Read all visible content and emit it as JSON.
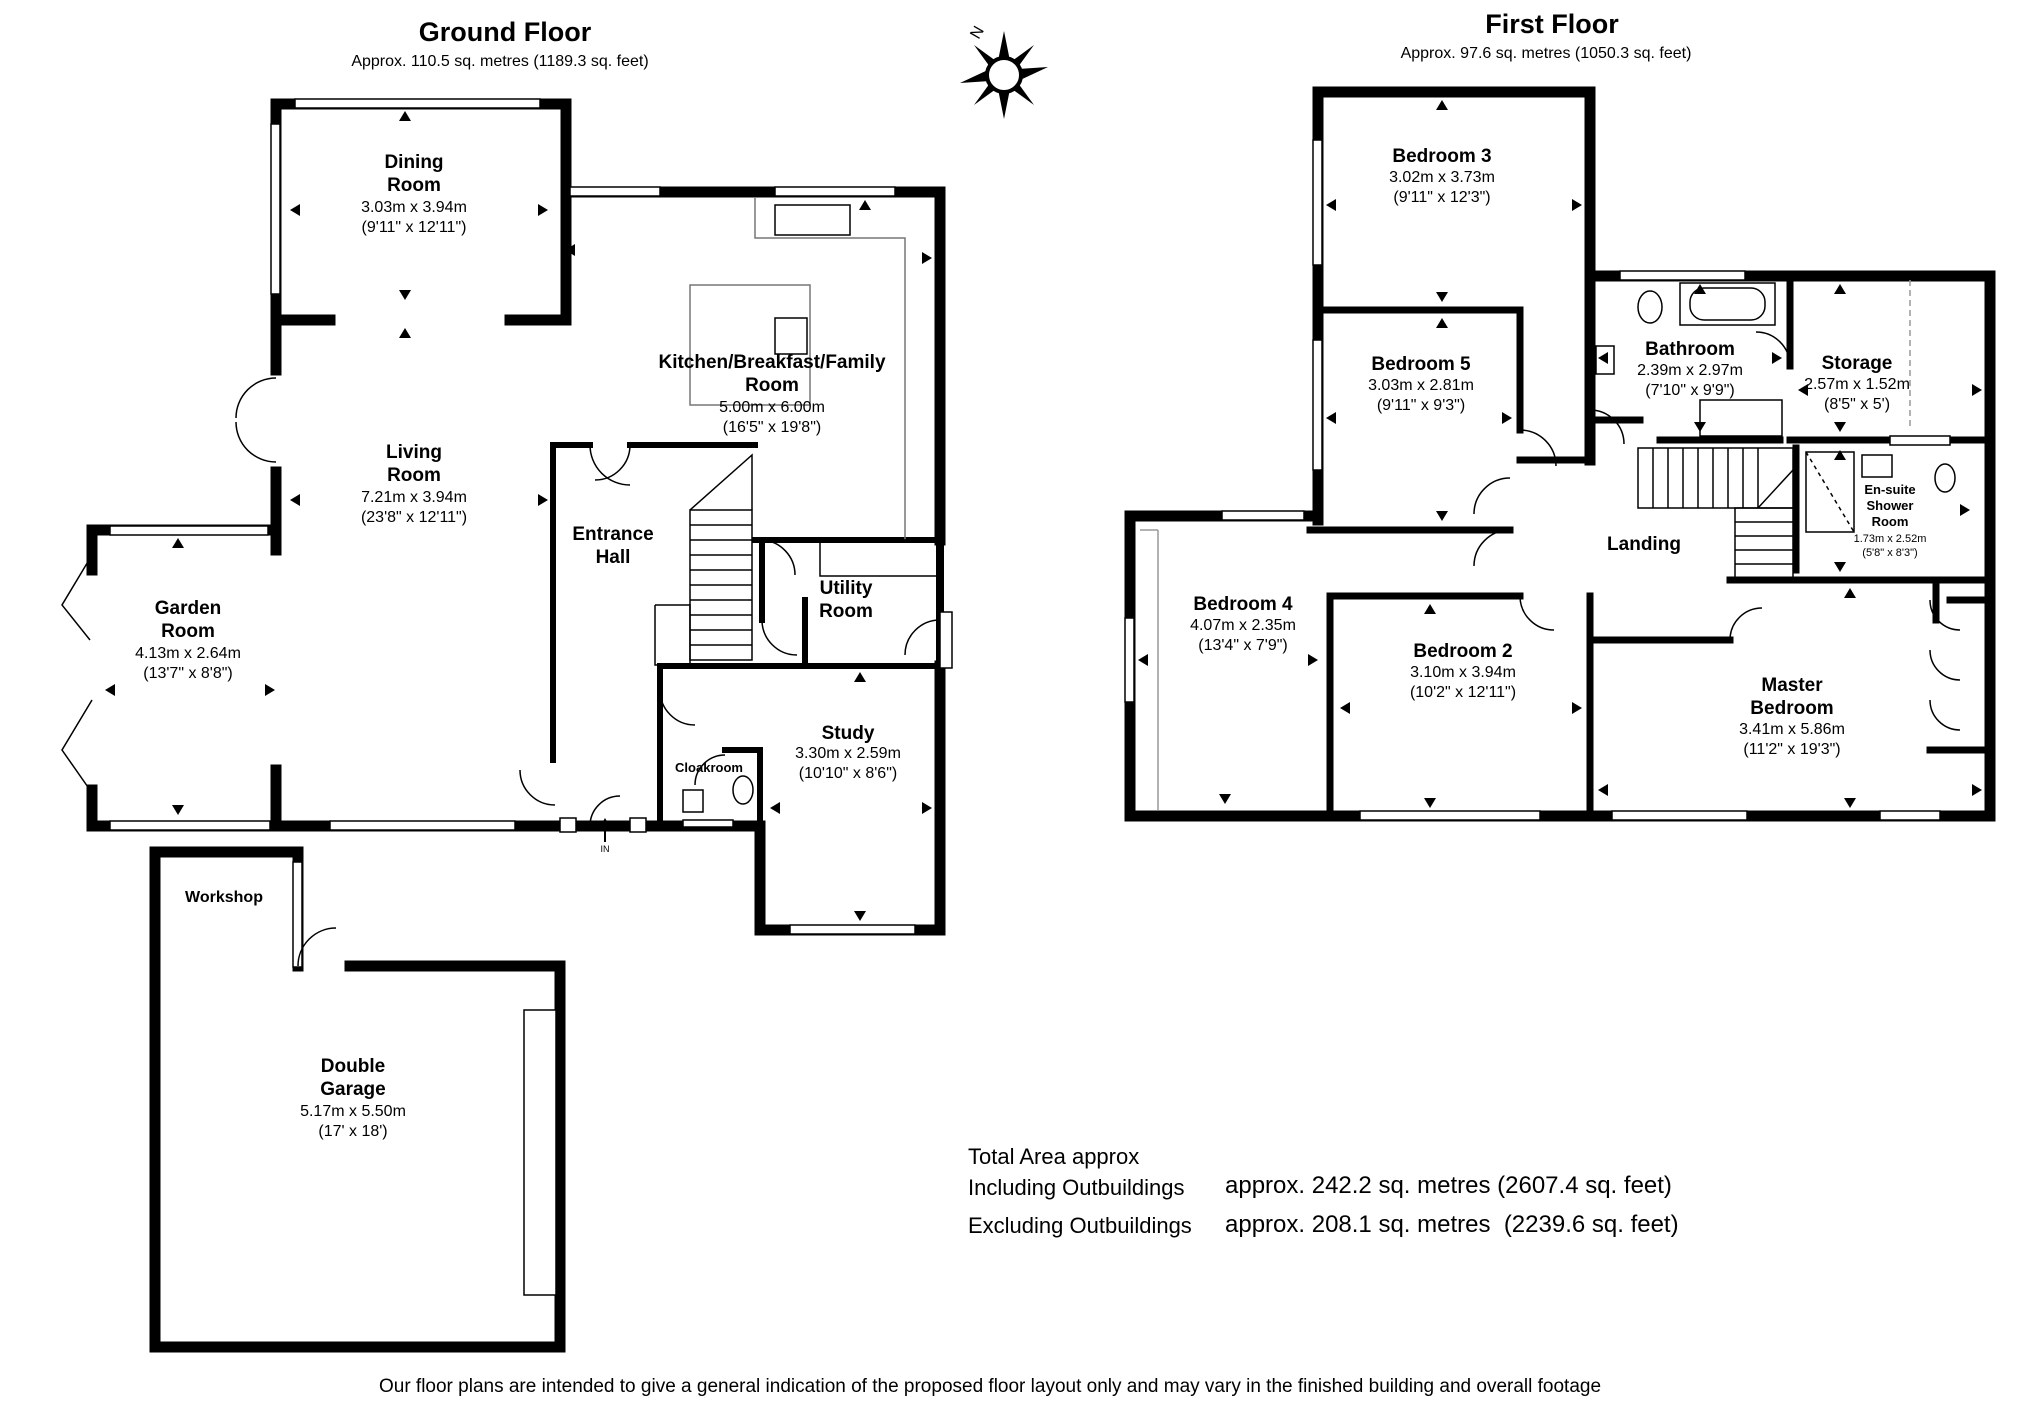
{
  "ground_floor": {
    "title": "Ground Floor",
    "area": "Approx. 110.5 sq. metres (1189.3 sq. feet)",
    "rooms": {
      "dining": {
        "name1": "Dining",
        "name2": "Room",
        "metric": "3.03m x 3.94m",
        "imperial": "(9'11\" x 12'11\")"
      },
      "kitchen": {
        "name1": "Kitchen/Breakfast/Family",
        "name2": "Room",
        "metric": "5.00m x 6.00m",
        "imperial": "(16'5\" x 19'8\")"
      },
      "living": {
        "name1": "Living",
        "name2": "Room",
        "metric": "7.21m x 3.94m",
        "imperial": "(23'8\" x 12'11\")"
      },
      "entrance": {
        "name1": "Entrance",
        "name2": "Hall"
      },
      "utility": {
        "name1": "Utility",
        "name2": "Room"
      },
      "garden": {
        "name1": "Garden",
        "name2": "Room",
        "metric": "4.13m x 2.64m",
        "imperial": "(13'7\" x 8'8\")"
      },
      "study": {
        "name1": "Study",
        "metric": "3.30m x 2.59m",
        "imperial": "(10'10\" x 8'6\")"
      },
      "cloakroom": {
        "name1": "Cloakroom"
      },
      "workshop": {
        "name1": "Workshop"
      },
      "garage": {
        "name1": "Double",
        "name2": "Garage",
        "metric": "5.17m x 5.50m",
        "imperial": "(17' x 18')"
      }
    },
    "entry_label": "IN"
  },
  "first_floor": {
    "title": "First Floor",
    "area": "Approx. 97.6 sq. metres (1050.3 sq. feet)",
    "rooms": {
      "bedroom3": {
        "name1": "Bedroom 3",
        "metric": "3.02m x 3.73m",
        "imperial": "(9'11\" x 12'3\")"
      },
      "bedroom5": {
        "name1": "Bedroom 5",
        "metric": "3.03m x 2.81m",
        "imperial": "(9'11\" x 9'3\")"
      },
      "bathroom": {
        "name1": "Bathroom",
        "metric": "2.39m x 2.97m",
        "imperial": "(7'10\" x 9'9\")"
      },
      "storage": {
        "name1": "Storage",
        "metric": "2.57m x 1.52m",
        "imperial": "(8'5\" x 5')"
      },
      "ensuite": {
        "name1": "En-suite",
        "name2": "Shower",
        "name3": "Room",
        "metric": "1.73m x 2.52m",
        "imperial": "(5'8\" x 8'3\")"
      },
      "landing": {
        "name1": "Landing"
      },
      "bedroom4": {
        "name1": "Bedroom 4",
        "metric": "4.07m x 2.35m",
        "imperial": "(13'4\" x 7'9\")"
      },
      "bedroom2": {
        "name1": "Bedroom 2",
        "metric": "3.10m x 3.94m",
        "imperial": "(10'2\" x 12'11\")"
      },
      "master": {
        "name1": "Master",
        "name2": "Bedroom",
        "metric": "3.41m x 5.86m",
        "imperial": "(11'2\" x 19'3\")"
      }
    }
  },
  "compass": {
    "label": "N"
  },
  "totals": {
    "heading": "Total Area approx",
    "incl_label": "Including Outbuildings",
    "incl_value": "approx. 242.2 sq. metres (2607.4 sq. feet)",
    "excl_label": "Excluding Outbuildings",
    "excl_value": "approx. 208.1 sq. metres  (2239.6 sq. feet)"
  },
  "disclaimer": "Our floor plans are intended to give a general indication of the proposed floor layout only and may vary in the finished building and overall footage"
}
